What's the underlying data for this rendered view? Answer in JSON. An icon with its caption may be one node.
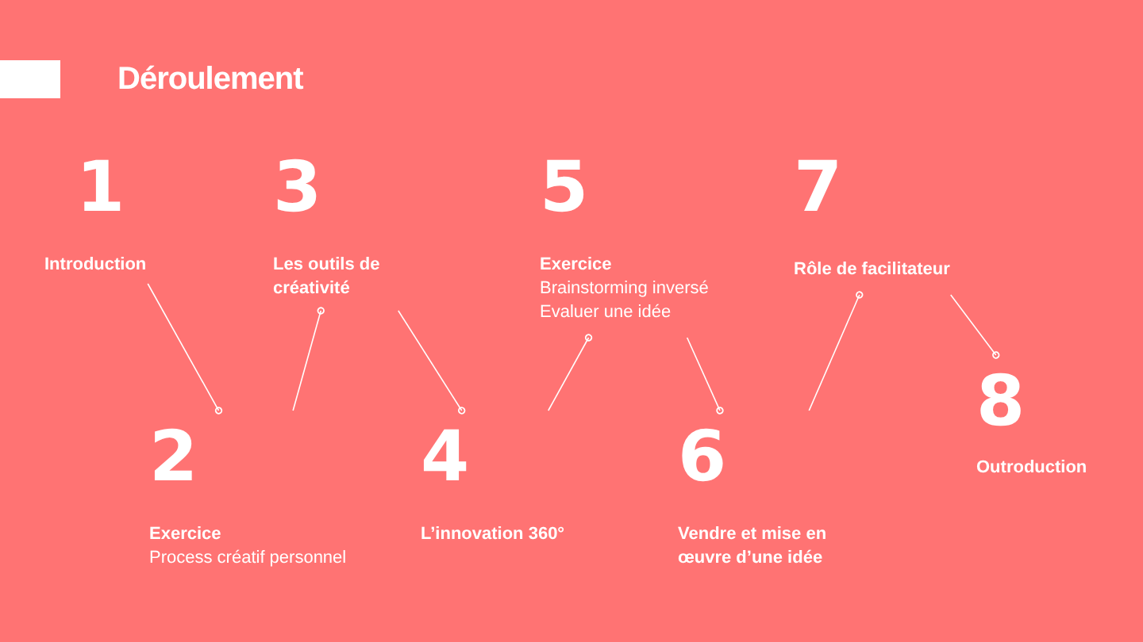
{
  "diagram": {
    "title": "Déroulement",
    "nodes": [
      {
        "text": [
          "1",
          "Introduction"
        ]
      },
      {
        "text": [
          "2",
          "Exercice",
          "Process créatif personnel"
        ]
      },
      {
        "text": [
          "3",
          "Les outils de créativité"
        ]
      },
      {
        "text": [
          "4",
          "L’innovation 360°"
        ]
      },
      {
        "text": [
          "5",
          "Exercice",
          "Brainstorming inversé",
          "Evaluer une idée"
        ]
      },
      {
        "text": [
          "6",
          "Vendre et mise en œuvre d’une idée"
        ]
      },
      {
        "text": [
          "7",
          "Rôle de facilitateur"
        ]
      },
      {
        "text": [
          "8",
          "Outroduction"
        ]
      }
    ],
    "edges": [
      {
        "from": 0,
        "to": 1,
        "arrow": "other"
      },
      {
        "from": 1,
        "to": 2,
        "arrow": "other"
      },
      {
        "from": 2,
        "to": 3,
        "arrow": "other"
      },
      {
        "from": 3,
        "to": 4,
        "arrow": "other"
      },
      {
        "from": 4,
        "to": 5,
        "arrow": "other"
      },
      {
        "from": 5,
        "to": 6,
        "arrow": "other"
      },
      {
        "from": 6,
        "to": 7,
        "arrow": "other"
      }
    ]
  }
}
